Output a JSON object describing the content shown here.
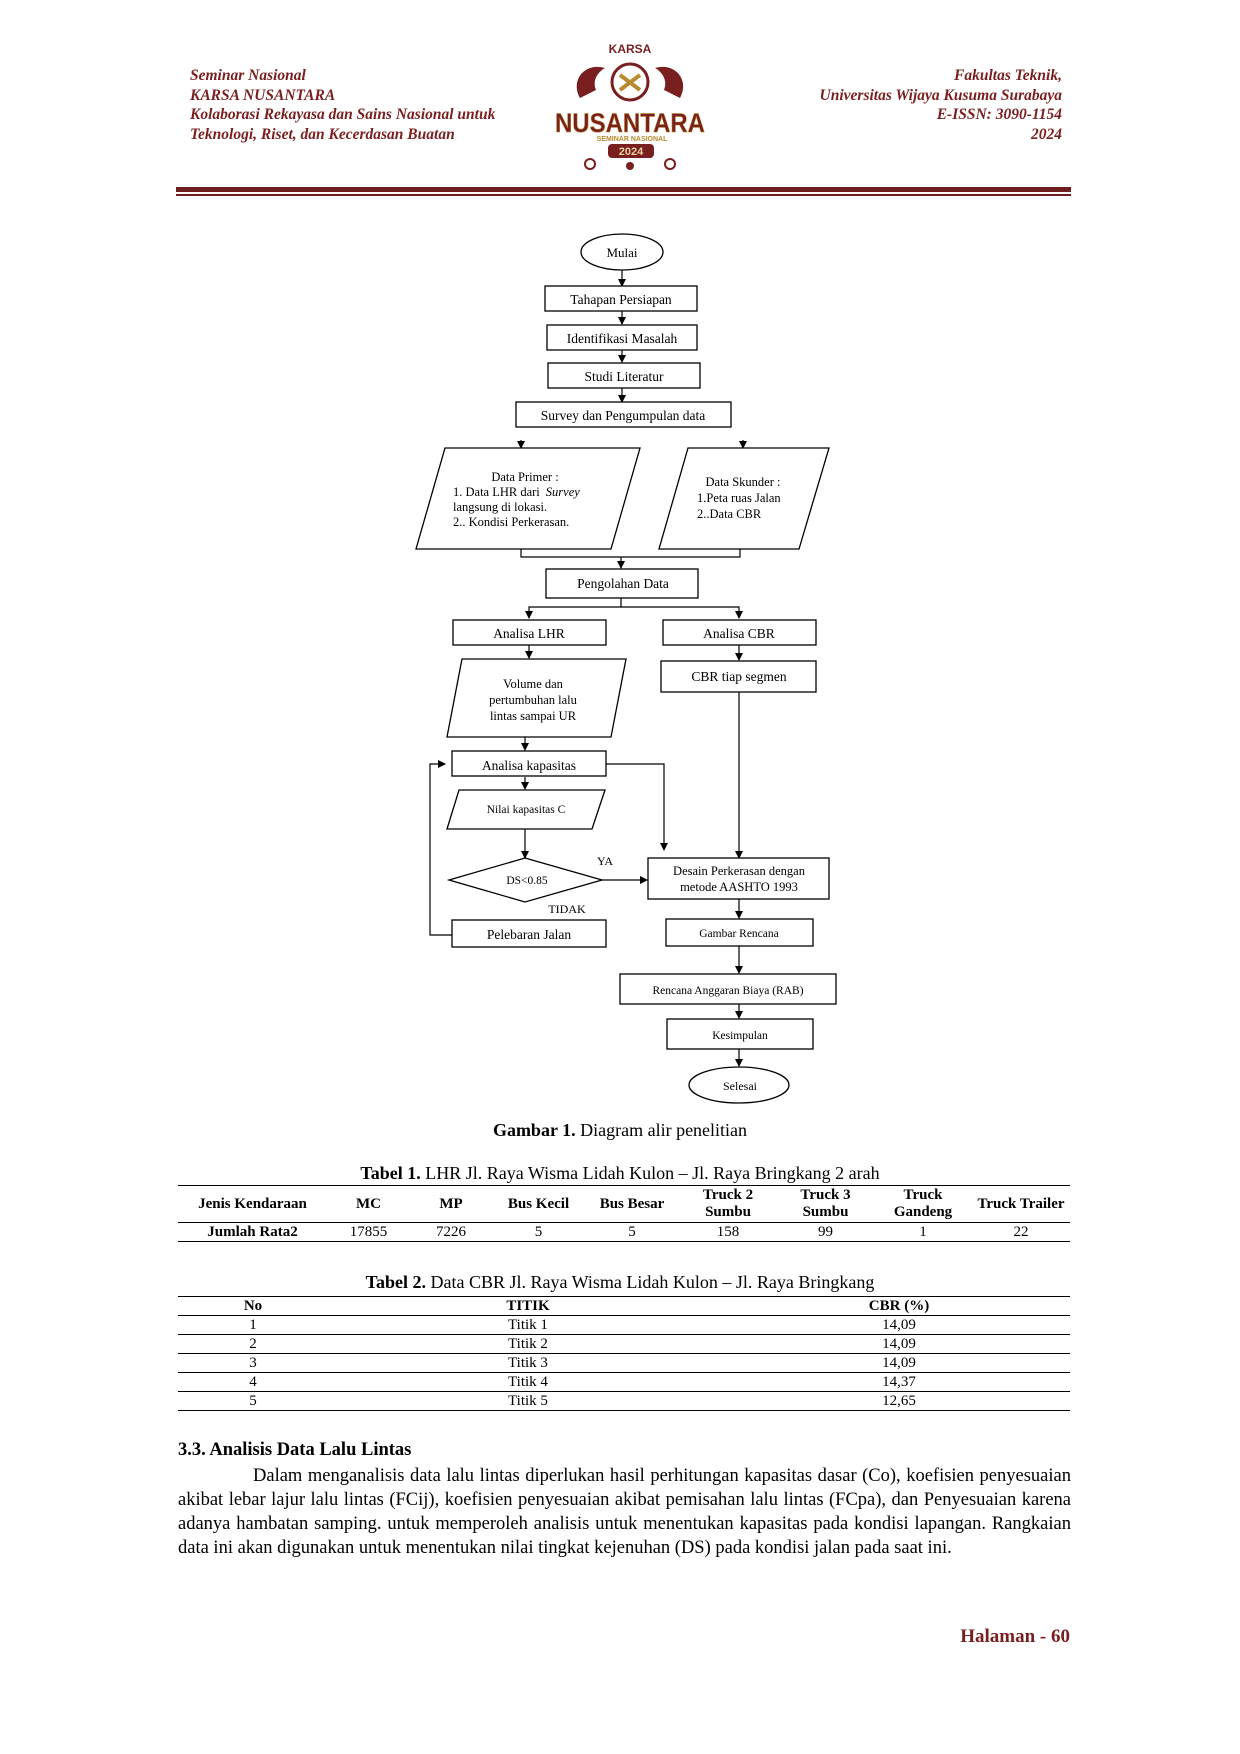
{
  "header": {
    "left": [
      "Seminar Nasional",
      "KARSA NUSANTARA",
      "Kolaborasi Rekayasa dan Sains Nasional untuk",
      "Teknologi, Riset, dan Kecerdasan Buatan"
    ],
    "right": [
      "Fakultas Teknik,",
      "Universitas Wijaya Kusuma Surabaya",
      "E-ISSN: 3090-1154",
      "2024"
    ],
    "logo": {
      "top": "KARSA",
      "main": "NUSANTARA",
      "sub": "SEMINAR NASIONAL",
      "year": "2024",
      "colors": {
        "brown": "#7a1f1f",
        "gold": "#b78b2e"
      }
    }
  },
  "flowchart": {
    "mulai": "Mulai",
    "persiapan": "Tahapan Persiapan",
    "identifikasi": "Identifikasi Masalah",
    "studi": "Studi Literatur",
    "survey": "Survey dan Pengumpulan data",
    "primer": {
      "title": "Data Primer :",
      "l1a": "1. Data LHR dari",
      "l1b": "Survey",
      "l2": "langsung di lokasi.",
      "l3": "2.. Kondisi Perkerasan."
    },
    "skunder": {
      "title": "Data Skunder :",
      "l1": "1.Peta ruas Jalan",
      "l2": "2..Data CBR"
    },
    "pengolahan": "Pengolahan Data",
    "analisa_lhr": "Analisa LHR",
    "analisa_cbr": "Analisa CBR",
    "volume": {
      "l1": "Volume dan",
      "l2": "pertumbuhan lalu",
      "l3": "lintas sampai UR"
    },
    "cbr_segmen": "CBR tiap segmen",
    "kapasitas": "Analisa kapasitas",
    "nilai_c": "Nilai kapasitas C",
    "ds": "DS<0.85",
    "ya": "YA",
    "tidak": "TIDAK",
    "desain": {
      "l1": "Desain Perkerasan dengan",
      "l2": "metode AASHTO 1993"
    },
    "pelebaran": "Pelebaran Jalan",
    "gambar": "Gambar Rencana",
    "rab": "Rencana Anggaran Biaya (RAB)",
    "kesimpulan": "Kesimpulan",
    "selesai": "Selesai"
  },
  "figure_caption": {
    "label": "Gambar 1.",
    "text": " Diagram alir penelitian"
  },
  "table1": {
    "caption_label": "Tabel 1.",
    "caption_text": " LHR Jl. Raya Wisma Lidah Kulon – Jl. Raya Bringkang 2 arah",
    "headers": [
      "Jenis Kendaraan",
      "MC",
      "MP",
      "Bus Kecil",
      "Bus Besar",
      "Truck 2 Sumbu",
      "Truck 3 Sumbu",
      "Truck Gandeng",
      "Truck Trailer"
    ],
    "row": [
      "Jumlah Rata2",
      "17855",
      "7226",
      "5",
      "5",
      "158",
      "99",
      "1",
      "22"
    ]
  },
  "table2": {
    "caption_label": "Tabel 2.",
    "caption_text": " Data CBR Jl. Raya Wisma Lidah Kulon – Jl. Raya Bringkang",
    "headers": [
      "No",
      "TITIK",
      "CBR (%)"
    ],
    "rows": [
      [
        "1",
        "Titik 1",
        "14,09"
      ],
      [
        "2",
        "Titik 2",
        "14,09"
      ],
      [
        "3",
        "Titik 3",
        "14,09"
      ],
      [
        "4",
        "Titik 4",
        "14,37"
      ],
      [
        "5",
        "Titik 5",
        "12,65"
      ]
    ]
  },
  "section": {
    "title": "3.3. Analisis Data Lalu Lintas",
    "paragraph": "Dalam menganalisis data lalu lintas diperlukan hasil perhitungan kapasitas dasar (Co), koefisien penyesuaian akibat lebar lajur lalu lintas (FCij), koefisien penyesuaian akibat pemisahan lalu lintas (FCpa), dan Penyesuaian karena adanya hambatan samping. untuk memperoleh analisis untuk menentukan kapasitas pada kondisi lapangan. Rangkaian data ini akan digunakan untuk menentukan nilai tingkat kejenuhan (DS) pada kondisi jalan pada saat ini."
  },
  "footer": {
    "page": "Halaman - 60"
  }
}
